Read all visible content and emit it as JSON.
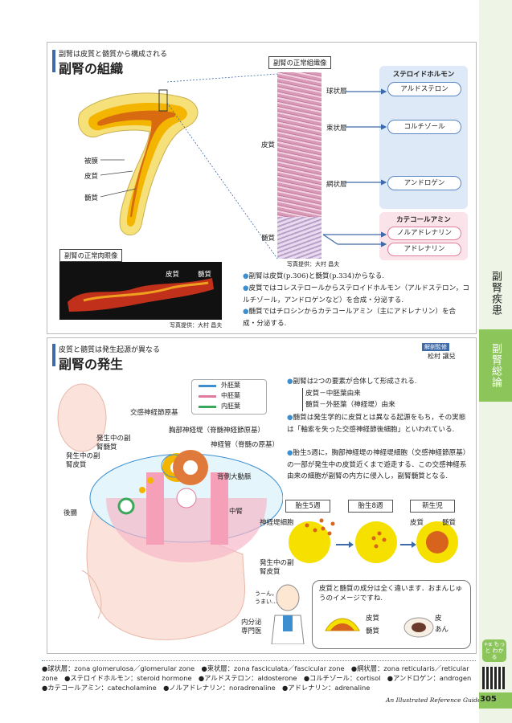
{
  "sidebar": {
    "tab_disease": "副腎疾患",
    "tab_overview": "副腎総論",
    "more_badge": "+α もっと わかる"
  },
  "section1": {
    "subtitle": "副腎は皮質と髄質から構成される",
    "title": "副腎の組織",
    "histology_title": "副腎の正常組織像",
    "label_capsule": "被膜",
    "label_cortex": "皮質",
    "label_medulla": "髄質",
    "hist_cortex": "皮質",
    "hist_medulla": "髄質",
    "zone_glomerulosa": "球状層",
    "zone_fasciculata": "束状層",
    "zone_reticularis": "網状層",
    "steroid_title": "ステロイドホルモン",
    "steroid_items": [
      "アルドステロン",
      "コルチゾール",
      "アンドロゲン"
    ],
    "catechol_title": "カテコールアミン",
    "catechol_items": [
      "ノルアドレナリン",
      "アドレナリン"
    ],
    "photo_credit": "写真提供：大村 昌夫",
    "gross_title": "副腎の正常肉眼像",
    "gross_cortex": "皮質",
    "gross_medulla": "髄質",
    "gross_credit": "写真提供：大村 昌夫",
    "bullets": [
      "副腎は皮質(p.306)と髄質(p.334)からなる.",
      "皮質ではコレステロールからステロイドホルモン（アルドステロン，コルチゾール，アンドロゲンなど）を合成・分泌する.",
      "髄質ではチロシンからカテコールアミン（主にアドレナリン）を合成・分泌する."
    ]
  },
  "section2": {
    "subtitle": "皮質と髄質は発生起源が異なる",
    "title": "副腎の発生",
    "supervisor_badge": "解剖監修",
    "supervisor_name": "松村 讓兒",
    "legend": [
      "外胚葉",
      "中胚葉",
      "内胚葉"
    ],
    "labels": {
      "sympathetic": "交感神経節原基",
      "neural_crest": "胸部神経堤（脊髄神経節原基）",
      "neural_tube": "神経管（脊髄の原基）",
      "dev_medulla": "発生中の副腎髄質",
      "dev_cortex": "発生中の副腎皮質",
      "aorta": "背側大動脈",
      "hindgut": "後腸",
      "mesonephros": "中腎"
    },
    "bullets": [
      "副腎は2つの要素が合体して形成される.",
      "皮質－中胚葉由来",
      "髄質－外胚葉（神経堤）由来",
      "髄質は発生学的に皮質とは異なる起源をもち，その実態は「軸索を失った交感神経節後細胞」といわれている.",
      "胎生5週に，胸部神経堤の神経堤細胞（交感神経節原基）の一部が発生中の皮質近くまで遊走する．この交感神経系由来の細胞が副腎の内方に侵入し，副腎髄質となる."
    ],
    "stages": [
      "胎生5週",
      "胎生8週",
      "新生児"
    ],
    "stage_labels": {
      "crest_cells": "神経堤細胞",
      "dev_cortex": "発生中の副腎皮質",
      "cortex": "皮質",
      "medulla": "髄質"
    },
    "doctor_speech": "うーん，うまい…",
    "doctor_label": "内分泌専門医",
    "bubble_text": "皮質と髄質の成分は全く違います．おまんじゅうのイメージですね.",
    "bubble_cortex": "皮質",
    "bubble_medulla": "髄質",
    "bubble_skin": "皮",
    "bubble_an": "あん"
  },
  "glossary": "●球状層：zona glomerulosa／glomerular zone　●束状層：zona fasciculata／fascicular zone　●網状層：zona reticularis／reticular zone　●ステロイドホルモン：steroid hormone　●アルドステロン：aldosterone　●コルチゾール：cortisol　●アンドロゲン：androgen　●カテコールアミン：catecholamine　●ノルアドレナリン：noradrenaline　●アドレナリン：adrenaline",
  "footer": {
    "book_title": "An Illustrated Reference Guide",
    "page_number": "305"
  },
  "colors": {
    "accent_green": "#8cc65a",
    "accent_blue": "#3d6aa8",
    "ectoderm": "#3d8fd0",
    "mesoderm": "#e07a9b",
    "endoderm": "#3aa85a"
  }
}
